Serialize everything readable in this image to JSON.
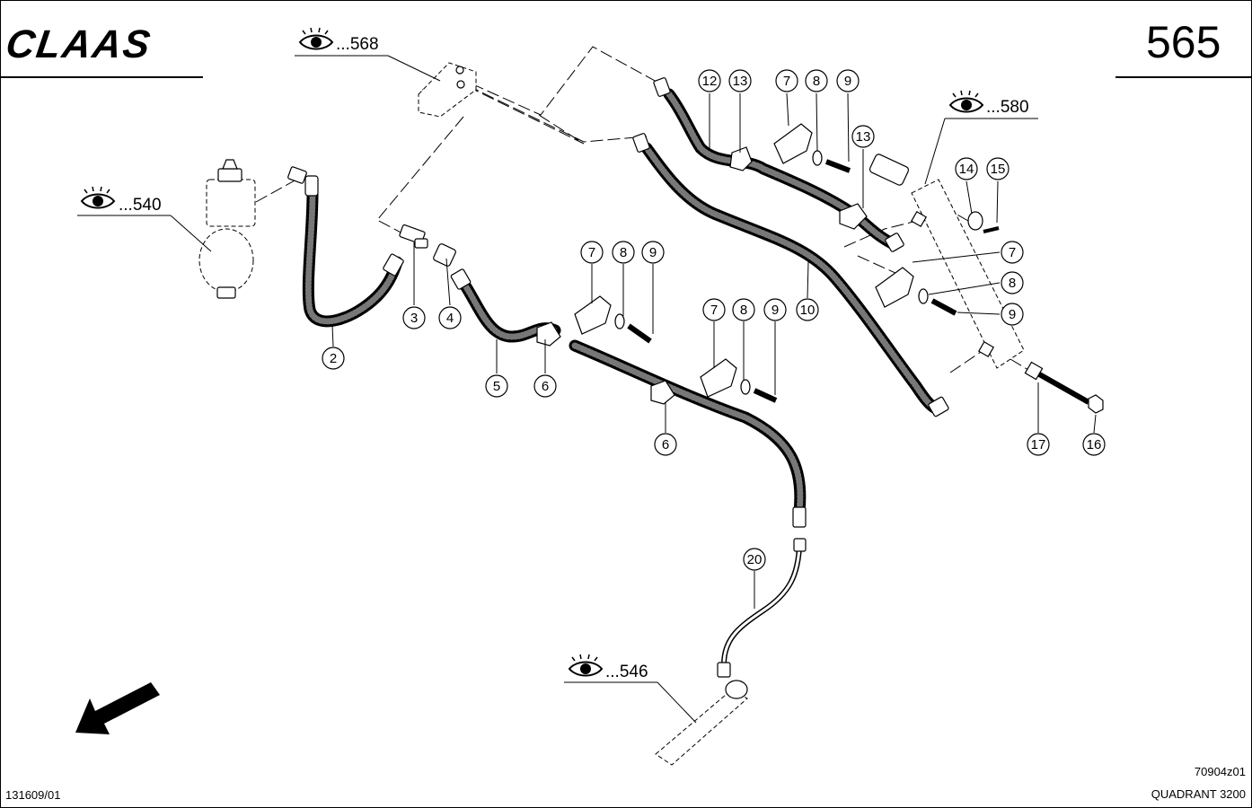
{
  "header": {
    "brand": "CLAAS",
    "page_number": "565"
  },
  "footer": {
    "doc_number": "131609/01",
    "drawing_code": "70904z01",
    "model": "QUADRANT 3200"
  },
  "references": [
    {
      "id": "ref-568",
      "label": "...568"
    },
    {
      "id": "ref-580",
      "label": "...580"
    },
    {
      "id": "ref-540",
      "label": "...540"
    },
    {
      "id": "ref-546",
      "label": "...546"
    }
  ],
  "callouts": [
    "2",
    "3",
    "4",
    "5",
    "6",
    "6",
    "7",
    "7",
    "7",
    "7",
    "8",
    "8",
    "8",
    "8",
    "9",
    "9",
    "9",
    "9",
    "10",
    "12",
    "13",
    "13",
    "14",
    "15",
    "16",
    "17",
    "20"
  ],
  "colors": {
    "ink": "#000000",
    "paper": "#ffffff",
    "hose_fill": "#9a9a9a"
  },
  "icons": {
    "reference": "eye-icon",
    "direction": "arrow-icon"
  }
}
